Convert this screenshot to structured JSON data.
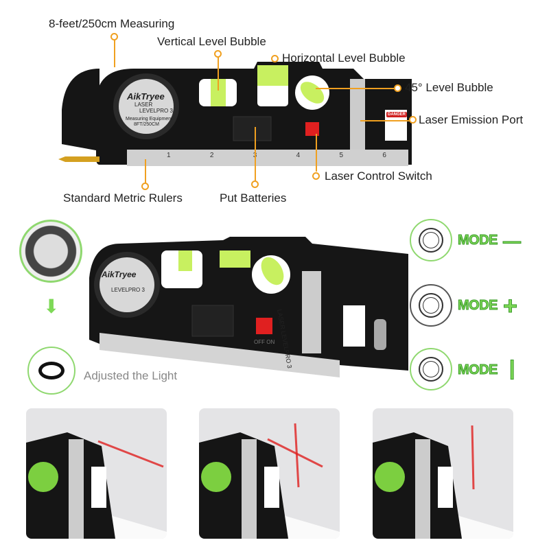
{
  "callouts": {
    "measuring": "8-feet/250cm Measuring",
    "vertical_bubble": "Vertical Level Bubble",
    "horizontal_bubble": "Horizontal Level Bubble",
    "bubble_45": "45° Level Bubble",
    "laser_port": "Laser Emission Port",
    "laser_switch": "Laser Control Switch",
    "rulers": "Standard Metric Rulers",
    "batteries": "Put Batteries"
  },
  "device": {
    "brand": "AikTryee",
    "model_line1": "LASER",
    "model_line2": "LEVELPRO 3",
    "sub1": "Measuring Equipment",
    "sub2": "8FT/250CM",
    "side_label": "LASER LEVELPRO 3",
    "danger": "DANGER",
    "switch_label": "OFF ON",
    "ruler_ticks": [
      "1",
      "2",
      "3",
      "4",
      "5",
      "6"
    ]
  },
  "adjust_label": "Adjusted the Light",
  "modes": [
    {
      "label": "MODE",
      "symbol": "—"
    },
    {
      "label": "MODE",
      "symbol": "+"
    },
    {
      "label": "MODE",
      "symbol": "|"
    }
  ],
  "colors": {
    "accent": "#f0a020",
    "green": "#7ed957",
    "laser": "#e02020"
  }
}
